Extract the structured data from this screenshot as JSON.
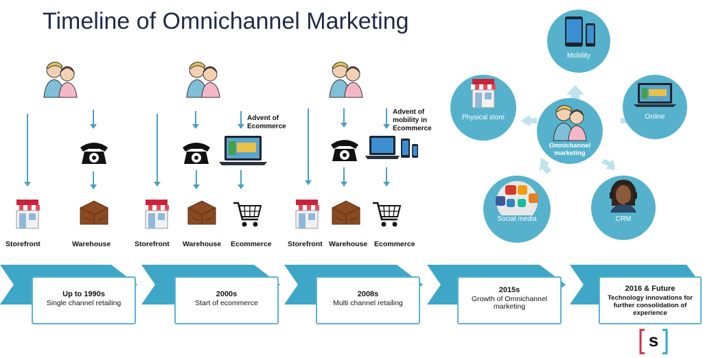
{
  "title": "Timeline of Omnichannel Marketing",
  "colors": {
    "accent": "#5ab3d0",
    "circle": "#56b2cc",
    "pale_arrow": "#bfe2ec",
    "title": "#1f2a44"
  },
  "eras": [
    {
      "labels": [
        "Storefront",
        "Warehouse"
      ]
    },
    {
      "labels": [
        "Storefront",
        "Warehouse",
        "Ecommerce"
      ],
      "note": "Advent of Ecommerce"
    },
    {
      "labels": [
        "Storefront",
        "Warehouse",
        "Ecommerce"
      ],
      "note": "Advent of mobility in Ecommerce"
    }
  ],
  "timeline": [
    {
      "title": "Up to 1990s",
      "subtitle": "Single channel retailing"
    },
    {
      "title": "2000s",
      "subtitle": "Start of ecommerce"
    },
    {
      "title": "2008s",
      "subtitle": "Multi channel retailing"
    },
    {
      "title": "2015s",
      "subtitle": "Growth of Omnichannel marketing"
    },
    {
      "title": "2016 & Future",
      "subtitle": "Technology innovations for further consolidation of experience"
    }
  ],
  "omni": {
    "center": "Omnichannel marketing",
    "channels": [
      "Mobility",
      "Physical store",
      "Online",
      "Social media",
      "CRM"
    ]
  },
  "logo": {
    "text": "s"
  },
  "icons": [
    "couple-icon",
    "store-icon",
    "telephone-icon",
    "warehouse-icon",
    "cart-icon",
    "laptop-icon",
    "phone-icon",
    "headset-icon",
    "social-icon"
  ]
}
